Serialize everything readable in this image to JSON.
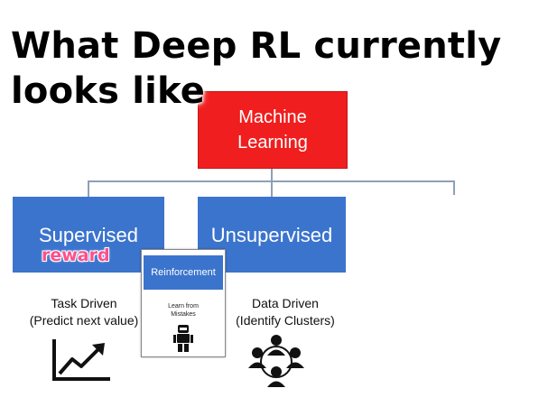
{
  "title": {
    "line1": "What Deep RL currently",
    "line2": "looks like"
  },
  "diagram": {
    "root": {
      "line1": "Machine",
      "line2": "Learning"
    },
    "supervised": {
      "label": "Supervised",
      "caption_line1": "Task Driven",
      "caption_line2": "(Predict next value)"
    },
    "unsupervised": {
      "label": "Unsupervised",
      "caption_line1": "Data Driven",
      "caption_line2": "(Identify Clusters)"
    },
    "reinforcement": {
      "label": "Reinforcement",
      "sub_line1": "Learn from",
      "sub_line2": "Mistakes"
    }
  },
  "sticker": "reward",
  "icons": {
    "supervised": "trend-up-chart-icon",
    "unsupervised": "people-cluster-icon",
    "reinforcement": "robot-icon"
  },
  "colors": {
    "root_box": "#f01e1e",
    "category_box": "#3b74cd",
    "sticker_text": "#ff4f8a",
    "connector": "#8da0b8"
  }
}
